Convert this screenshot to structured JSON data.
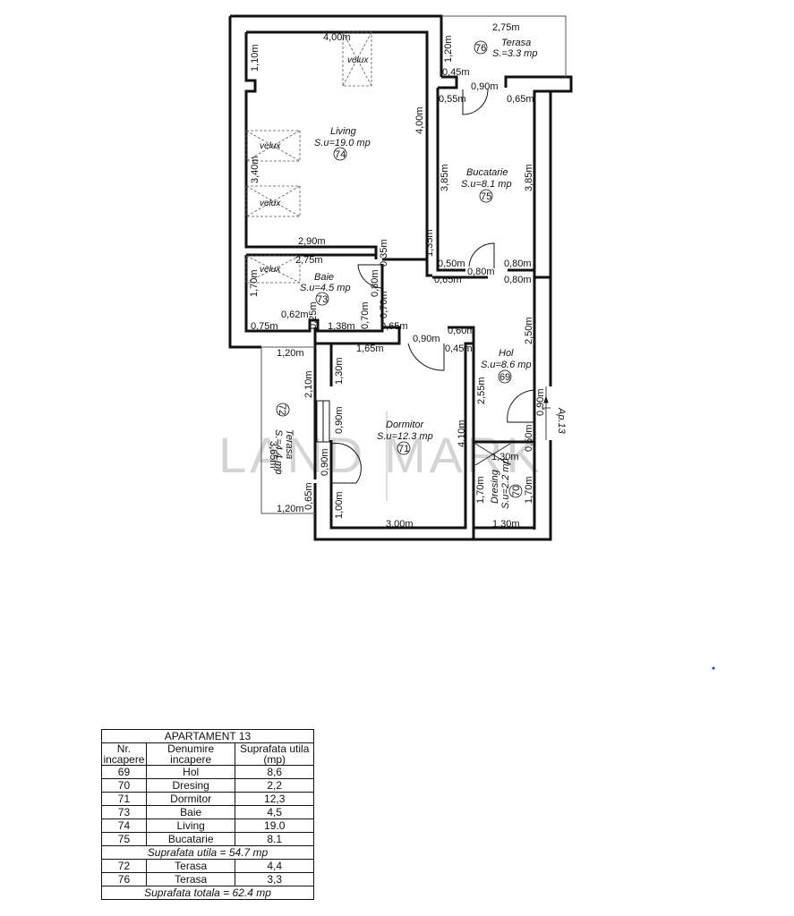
{
  "watermark": "LAND MARK",
  "rooms": [
    {
      "id": "livingname",
      "name": "Living",
      "area": "S.u=19.0 mp",
      "nr": "74"
    },
    {
      "id": "bucatarie",
      "name": "Bucatarie",
      "area": "S.u=8.1 mp",
      "nr": "75"
    },
    {
      "id": "baie",
      "name": "Baie",
      "area": "S.u=4.5 mp",
      "nr": "73"
    },
    {
      "id": "hol",
      "name": "Hol",
      "area": "S.u=8.6 mp",
      "nr": "69"
    },
    {
      "id": "dormitor",
      "name": "Dormitor",
      "area": "S.u=12.3 mp",
      "nr": "71"
    },
    {
      "id": "dresing",
      "name": "Dresing",
      "area": "S.u=2.2 mp",
      "nr": "70"
    },
    {
      "id": "terasa72",
      "name": "Terasa",
      "area": "S.=4.4 mp",
      "nr": "72"
    },
    {
      "id": "terasa76",
      "name": "Terasa",
      "area": "S.=3.3 mp",
      "nr": "76"
    }
  ],
  "velux_label": "velux",
  "entrance_label": "Ap.13",
  "dims": {
    "d1": "4,00m",
    "d2": "1,10m",
    "d3": "4,00m",
    "d4": "3,40m",
    "d5": "2,90m",
    "d6": "2,75m",
    "d7": "0,35m",
    "d8": "1,35m",
    "d9": "1,70m",
    "d10": "0,80m",
    "d11": "0,62m",
    "d12": "0,25m",
    "d13": "0,75m",
    "d14": "1,38m",
    "d15": "0,70m",
    "d16": "0,70m",
    "d17": "0,65m",
    "d18": "0,90m",
    "d19": "0,60m",
    "d20": "0,45m",
    "d21": "1,65m",
    "d22": "2,50m",
    "d23": "2,75m",
    "d24": "1,20m",
    "d25": "0,45m",
    "d26": "0,90m",
    "d27": "0,55m",
    "d28": "0,65m",
    "d29": "3,85m",
    "d30": "3,85m",
    "d31": "0,50m",
    "d32": "0,80m",
    "d33": "0,80m",
    "d34": "0,65m",
    "d35": "0,80m",
    "d36": "1,20m",
    "d37": "2,10m",
    "d38": "1,30m",
    "d39": "0,90m",
    "d40": "2,55m",
    "d41": "4,10m",
    "d42": "0,90m",
    "d43": "0,50m",
    "d44": "1,30m",
    "d45": "1,70m",
    "d46": "1,70m",
    "d47": "1,30m",
    "d48": "3,65m",
    "d49": "0,90m",
    "d50": "0,65m",
    "d51": "1,20m",
    "d52": "1,00m",
    "d53": "3,00m"
  },
  "legend": {
    "title": "APARTAMENT 13",
    "headers": [
      "Nr. incapere",
      "Denumire incapere",
      "Suprafata utila (mp)"
    ],
    "rows_a": [
      [
        "69",
        "Hol",
        "8,6"
      ],
      [
        "70",
        "Dresing",
        "2,2"
      ],
      [
        "71",
        "Dormitor",
        "12,3"
      ],
      [
        "73",
        "Baie",
        "4,5"
      ],
      [
        "74",
        "Living",
        "19.0"
      ],
      [
        "75",
        "Bucatarie",
        "8.1"
      ]
    ],
    "subtotal": "Suprafata utila = 54.7 mp",
    "rows_b": [
      [
        "72",
        "Terasa",
        "4,4"
      ],
      [
        "76",
        "Terasa",
        "3,3"
      ]
    ],
    "total": "Suprafata totala = 62.4 mp"
  }
}
